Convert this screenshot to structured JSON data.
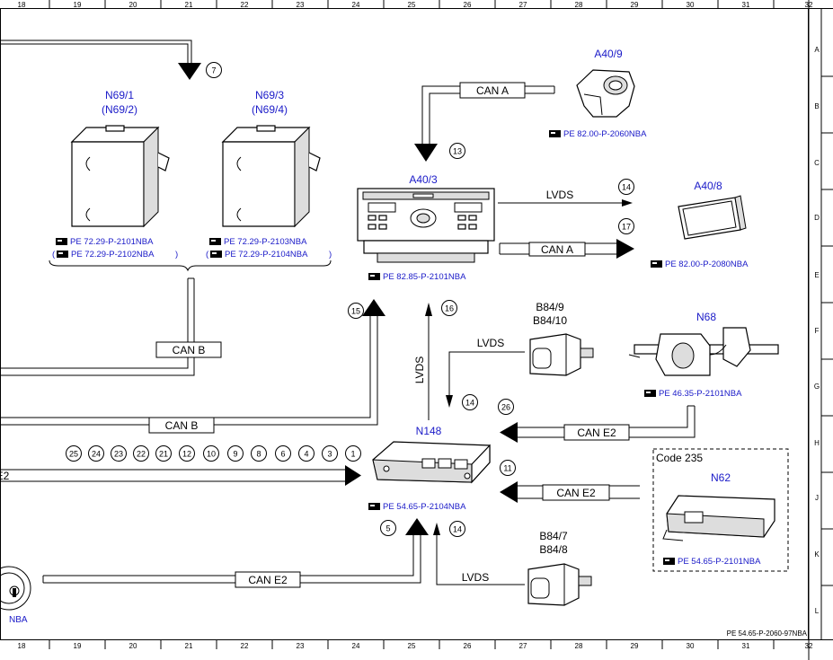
{
  "grid": {
    "columns": [
      "18",
      "19",
      "20",
      "21",
      "22",
      "23",
      "24",
      "25",
      "26",
      "27",
      "28",
      "29",
      "30",
      "31",
      "32"
    ],
    "rows": [
      "A",
      "B",
      "C",
      "D",
      "E",
      "F",
      "G",
      "H",
      "J",
      "K",
      "L"
    ]
  },
  "components": {
    "n69_1": {
      "label": "N69/1",
      "alt": "(N69/2)",
      "ref1": "PE 72.29-P-2101NBA",
      "ref2": "PE 72.29-P-2102NBA"
    },
    "n69_3": {
      "label": "N69/3",
      "alt": "(N69/4)",
      "ref1": "PE 72.29-P-2103NBA",
      "ref2": "PE 72.29-P-2104NBA"
    },
    "a40_9": {
      "label": "A40/9",
      "ref": "PE 82.00-P-2060NBA"
    },
    "a40_3": {
      "label": "A40/3",
      "ref": "PE 82.85-P-2101NBA"
    },
    "a40_8": {
      "label": "A40/8",
      "ref": "PE 82.00-P-2080NBA"
    },
    "b84_9": {
      "label": "B84/9",
      "alt": "B84/10"
    },
    "n68": {
      "label": "N68",
      "ref": "PE 46.35-P-2101NBA"
    },
    "n148": {
      "label": "N148",
      "ref": "PE 54.65-P-2104NBA"
    },
    "n62": {
      "label": "N62",
      "code": "Code 235",
      "ref": "PE 54.65-P-2101NBA"
    },
    "b84_7": {
      "label": "B84/7",
      "alt": "B84/8"
    },
    "left_partial": {
      "ref": "NBA"
    }
  },
  "buses": {
    "can_a": "CAN A",
    "can_b": "CAN B",
    "can_e2": "CAN E2",
    "lvds": "LVDS",
    "e2_partial": "E2"
  },
  "markers": {
    "m7": "7",
    "m13": "13",
    "m14": "14",
    "m15": "15",
    "m16": "16",
    "m17": "17",
    "m26": "26",
    "m11": "11",
    "m5": "5",
    "bundle": [
      "25",
      "24",
      "23",
      "22",
      "21",
      "12",
      "10",
      "9",
      "8",
      "6",
      "4",
      "3",
      "1"
    ]
  },
  "footer": {
    "doc_ref": "PE 54.65-P-2060-97NBA"
  }
}
